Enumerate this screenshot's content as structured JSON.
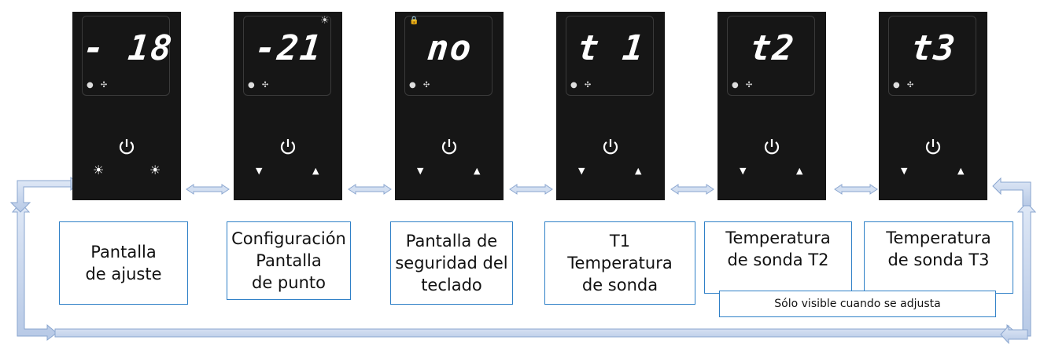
{
  "panels": [
    {
      "display": "- 18",
      "indicators": "● ✣",
      "top_icon": "",
      "left_key": "☀",
      "right_key": "☀"
    },
    {
      "display": "-21",
      "indicators": "● ✣",
      "top_icon": "☀",
      "left_key": "▼",
      "right_key": "▲"
    },
    {
      "display": "no",
      "indicators": "● ✣",
      "top_icon": "🔒",
      "left_key": "▼",
      "right_key": "▲"
    },
    {
      "display": "t 1",
      "indicators": "● ✣",
      "top_icon": "",
      "left_key": "▼",
      "right_key": "▲"
    },
    {
      "display": "t2",
      "indicators": "● ✣",
      "top_icon": "",
      "left_key": "▼",
      "right_key": "▲"
    },
    {
      "display": "t3",
      "indicators": "● ✣",
      "top_icon": "",
      "left_key": "▼",
      "right_key": "▲"
    }
  ],
  "labels": [
    "Pantalla\nde ajuste",
    "Configuración\nPantalla\nde punto",
    "Pantalla de\nseguridad del\nteclado",
    "T1\nTemperatura\nde sonda",
    "Temperatura\nde sonda T2",
    "Temperatura\nde sonda T3"
  ],
  "note": "Sólo visible cuando se adjusta",
  "colors": {
    "arrow": "#c9d8ee",
    "arrow_edge": "#8aa6cf",
    "box_border": "#2f80c7",
    "panel": "#161616"
  }
}
